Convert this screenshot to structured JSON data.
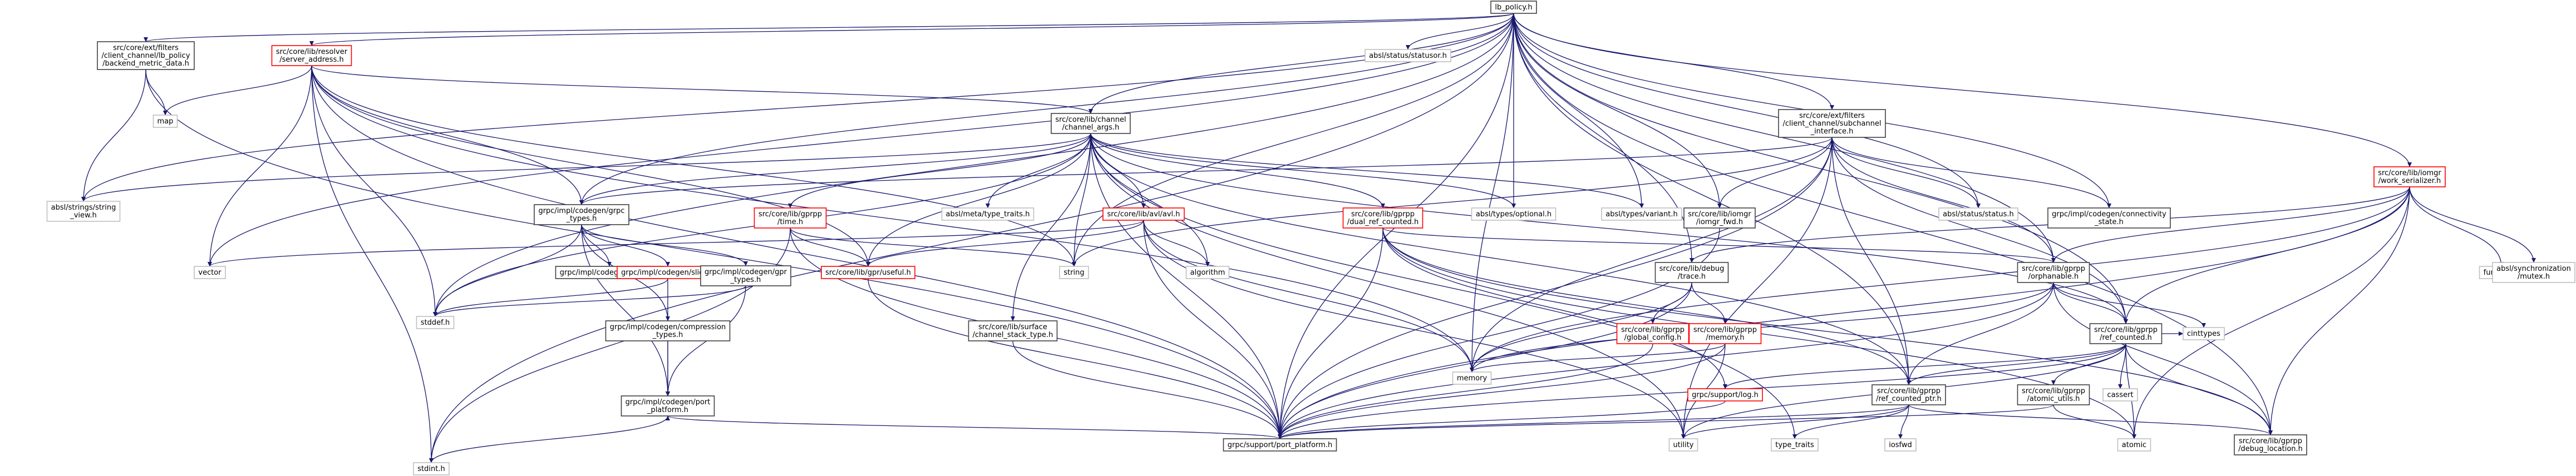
{
  "colors": {
    "edge": "#191970",
    "border_documented": "#404040",
    "border_undocumented": "#bfbfbf",
    "border_truncated": "#ff0000",
    "fill_root": "#bfbfbf",
    "fill_default": "#ffffff"
  },
  "nodes": [
    {
      "id": "lb_policy",
      "label": [
        "lb_policy.h"
      ],
      "kind": "root"
    },
    {
      "id": "backend_metric",
      "label": [
        "src/core/ext/filters",
        "/client_channel/lb_policy",
        "/backend_metric_data.h"
      ],
      "kind": "documented"
    },
    {
      "id": "server_address",
      "label": [
        "src/core/lib/resolver",
        "/server_address.h"
      ],
      "kind": "truncated"
    },
    {
      "id": "statusor",
      "label": [
        "absl/status/statusor.h"
      ],
      "kind": "undocumented"
    },
    {
      "id": "channel_args",
      "label": [
        "src/core/lib/channel",
        "/channel_args.h"
      ],
      "kind": "documented"
    },
    {
      "id": "subchannel_iface",
      "label": [
        "src/core/ext/filters",
        "/client_channel/subchannel",
        "_interface.h"
      ],
      "kind": "documented"
    },
    {
      "id": "work_serializer",
      "label": [
        "src/core/lib/iomgr",
        "/work_serializer.h"
      ],
      "kind": "truncated"
    },
    {
      "id": "map",
      "label": [
        "map"
      ],
      "kind": "undocumented"
    },
    {
      "id": "string_view",
      "label": [
        "absl/strings/string",
        "_view.h"
      ],
      "kind": "undocumented"
    },
    {
      "id": "grpc_types",
      "label": [
        "grpc/impl/codegen/grpc",
        "_types.h"
      ],
      "kind": "documented"
    },
    {
      "id": "meta_type_traits",
      "label": [
        "absl/meta/type_traits.h"
      ],
      "kind": "undocumented"
    },
    {
      "id": "gprpp_time",
      "label": [
        "src/core/lib/gprpp",
        "/time.h"
      ],
      "kind": "truncated"
    },
    {
      "id": "avl",
      "label": [
        "src/core/lib/avl/avl.h"
      ],
      "kind": "truncated"
    },
    {
      "id": "dual_ref",
      "label": [
        "src/core/lib/gprpp",
        "/dual_ref_counted.h"
      ],
      "kind": "truncated"
    },
    {
      "id": "optional",
      "label": [
        "absl/types/optional.h"
      ],
      "kind": "undocumented"
    },
    {
      "id": "variant",
      "label": [
        "absl/types/variant.h"
      ],
      "kind": "undocumented"
    },
    {
      "id": "iomgr_fwd",
      "label": [
        "src/core/lib/iomgr",
        "/iomgr_fwd.h"
      ],
      "kind": "documented"
    },
    {
      "id": "absl_status",
      "label": [
        "absl/status/status.h"
      ],
      "kind": "undocumented"
    },
    {
      "id": "connectivity_state",
      "label": [
        "grpc/impl/codegen/connectivity",
        "_state.h"
      ],
      "kind": "documented"
    },
    {
      "id": "status_h",
      "label": [
        "grpc/impl/codegen/status.h"
      ],
      "kind": "documented"
    },
    {
      "id": "slice_h",
      "label": [
        "grpc/impl/codegen/slice.h"
      ],
      "kind": "truncated"
    },
    {
      "id": "gpr_types",
      "label": [
        "grpc/impl/codegen/gpr",
        "_types.h"
      ],
      "kind": "documented"
    },
    {
      "id": "useful",
      "label": [
        "src/core/lib/gpr/useful.h"
      ],
      "kind": "truncated"
    },
    {
      "id": "string",
      "label": [
        "string"
      ],
      "kind": "undocumented"
    },
    {
      "id": "algorithm",
      "label": [
        "algorithm"
      ],
      "kind": "undocumented"
    },
    {
      "id": "vector",
      "label": [
        "vector"
      ],
      "kind": "undocumented"
    },
    {
      "id": "stddef",
      "label": [
        "stddef.h"
      ],
      "kind": "undocumented"
    },
    {
      "id": "compression_types",
      "label": [
        "grpc/impl/codegen/compression",
        "_types.h"
      ],
      "kind": "documented"
    },
    {
      "id": "surface_stack",
      "label": [
        "src/core/lib/surface",
        "/channel_stack_type.h"
      ],
      "kind": "documented"
    },
    {
      "id": "debug_trace",
      "label": [
        "src/core/lib/debug",
        "/trace.h"
      ],
      "kind": "documented"
    },
    {
      "id": "global_config",
      "label": [
        "src/core/lib/gprpp",
        "/global_config.h"
      ],
      "kind": "truncated"
    },
    {
      "id": "gprpp_memory",
      "label": [
        "src/core/lib/gprpp",
        "/memory.h"
      ],
      "kind": "truncated"
    },
    {
      "id": "orphanable",
      "label": [
        "src/core/lib/gprpp",
        "/orphanable.h"
      ],
      "kind": "documented"
    },
    {
      "id": "ref_counted",
      "label": [
        "src/core/lib/gprpp",
        "/ref_counted.h"
      ],
      "kind": "documented"
    },
    {
      "id": "functional",
      "label": [
        "functional"
      ],
      "kind": "undocumented"
    },
    {
      "id": "absl_mutex",
      "label": [
        "absl/synchronization",
        "/mutex.h"
      ],
      "kind": "undocumented"
    },
    {
      "id": "memory",
      "label": [
        "memory"
      ],
      "kind": "undocumented"
    },
    {
      "id": "support_log",
      "label": [
        "grpc/support/log.h"
      ],
      "kind": "truncated"
    },
    {
      "id": "ref_counted_ptr",
      "label": [
        "src/core/lib/gprpp",
        "/ref_counted_ptr.h"
      ],
      "kind": "documented"
    },
    {
      "id": "atomic_utils",
      "label": [
        "src/core/lib/gprpp",
        "/atomic_utils.h"
      ],
      "kind": "documented"
    },
    {
      "id": "cassert",
      "label": [
        "cassert"
      ],
      "kind": "undocumented"
    },
    {
      "id": "cinttypes",
      "label": [
        "cinttypes"
      ],
      "kind": "undocumented"
    },
    {
      "id": "port_platform",
      "label": [
        "grpc/support/port_platform.h"
      ],
      "kind": "documented"
    },
    {
      "id": "utility",
      "label": [
        "utility"
      ],
      "kind": "undocumented"
    },
    {
      "id": "type_traits",
      "label": [
        "type_traits"
      ],
      "kind": "undocumented"
    },
    {
      "id": "iosfwd",
      "label": [
        "iosfwd"
      ],
      "kind": "undocumented"
    },
    {
      "id": "atomic",
      "label": [
        "atomic"
      ],
      "kind": "undocumented"
    },
    {
      "id": "debug_location",
      "label": [
        "src/core/lib/gprpp",
        "/debug_location.h"
      ],
      "kind": "documented"
    },
    {
      "id": "codegen_port",
      "label": [
        "grpc/impl/codegen/port",
        "_platform.h"
      ],
      "kind": "documented"
    },
    {
      "id": "stdint",
      "label": [
        "stdint.h"
      ],
      "kind": "undocumented"
    }
  ],
  "edges": [
    [
      "lb_policy",
      "backend_metric"
    ],
    [
      "lb_policy",
      "server_address"
    ],
    [
      "lb_policy",
      "statusor"
    ],
    [
      "lb_policy",
      "channel_args"
    ],
    [
      "lb_policy",
      "subchannel_iface"
    ],
    [
      "lb_policy",
      "work_serializer"
    ],
    [
      "lb_policy",
      "string_view"
    ],
    [
      "lb_policy",
      "grpc_types"
    ],
    [
      "lb_policy",
      "optional"
    ],
    [
      "lb_policy",
      "variant"
    ],
    [
      "lb_policy",
      "iomgr_fwd"
    ],
    [
      "lb_policy",
      "absl_status"
    ],
    [
      "lb_policy",
      "connectivity_state"
    ],
    [
      "lb_policy",
      "vector"
    ],
    [
      "lb_policy",
      "stddef"
    ],
    [
      "lb_policy",
      "debug_trace"
    ],
    [
      "lb_policy",
      "orphanable"
    ],
    [
      "lb_policy",
      "ref_counted"
    ],
    [
      "lb_policy",
      "ref_counted_ptr"
    ],
    [
      "lb_policy",
      "port_platform"
    ],
    [
      "lb_policy",
      "debug_location"
    ],
    [
      "lb_policy",
      "stdint"
    ],
    [
      "lb_policy",
      "string"
    ],
    [
      "lb_policy",
      "memory"
    ],
    [
      "backend_metric",
      "map"
    ],
    [
      "backend_metric",
      "string_view"
    ],
    [
      "backend_metric",
      "port_platform"
    ],
    [
      "server_address",
      "map"
    ],
    [
      "server_address",
      "channel_args"
    ],
    [
      "server_address",
      "grpc_types"
    ],
    [
      "server_address",
      "vector"
    ],
    [
      "server_address",
      "stddef"
    ],
    [
      "server_address",
      "memory"
    ],
    [
      "server_address",
      "useful"
    ],
    [
      "server_address",
      "string"
    ],
    [
      "server_address",
      "port_platform"
    ],
    [
      "server_address",
      "stdint"
    ],
    [
      "channel_args",
      "string_view"
    ],
    [
      "channel_args",
      "grpc_types"
    ],
    [
      "channel_args",
      "meta_type_traits"
    ],
    [
      "channel_args",
      "gprpp_time"
    ],
    [
      "channel_args",
      "avl"
    ],
    [
      "channel_args",
      "dual_ref"
    ],
    [
      "channel_args",
      "optional"
    ],
    [
      "channel_args",
      "variant"
    ],
    [
      "channel_args",
      "string"
    ],
    [
      "channel_args",
      "algorithm"
    ],
    [
      "channel_args",
      "useful"
    ],
    [
      "channel_args",
      "surface_stack"
    ],
    [
      "channel_args",
      "ref_counted"
    ],
    [
      "channel_args",
      "ref_counted_ptr"
    ],
    [
      "channel_args",
      "port_platform"
    ],
    [
      "channel_args",
      "stddef"
    ],
    [
      "channel_args",
      "utility"
    ],
    [
      "channel_args",
      "type_traits"
    ],
    [
      "subchannel_iface",
      "iomgr_fwd"
    ],
    [
      "subchannel_iface",
      "absl_status"
    ],
    [
      "subchannel_iface",
      "connectivity_state"
    ],
    [
      "subchannel_iface",
      "string"
    ],
    [
      "subchannel_iface",
      "orphanable"
    ],
    [
      "subchannel_iface",
      "ref_counted"
    ],
    [
      "subchannel_iface",
      "ref_counted_ptr"
    ],
    [
      "subchannel_iface",
      "port_platform"
    ],
    [
      "subchannel_iface",
      "memory"
    ],
    [
      "subchannel_iface",
      "utility"
    ],
    [
      "subchannel_iface",
      "grpc_types"
    ],
    [
      "work_serializer",
      "functional"
    ],
    [
      "work_serializer",
      "absl_mutex"
    ],
    [
      "work_serializer",
      "orphanable"
    ],
    [
      "work_serializer",
      "ref_counted"
    ],
    [
      "work_serializer",
      "debug_location"
    ],
    [
      "work_serializer",
      "atomic"
    ],
    [
      "work_serializer",
      "port_platform"
    ],
    [
      "work_serializer",
      "memory"
    ],
    [
      "work_serializer",
      "debug_trace"
    ],
    [
      "grpc_types",
      "status_h"
    ],
    [
      "grpc_types",
      "slice_h"
    ],
    [
      "grpc_types",
      "gpr_types"
    ],
    [
      "grpc_types",
      "compression_types"
    ],
    [
      "grpc_types",
      "stddef"
    ],
    [
      "grpc_types",
      "codegen_port"
    ],
    [
      "slice_h",
      "stddef"
    ],
    [
      "slice_h",
      "codegen_port"
    ],
    [
      "gpr_types",
      "stddef"
    ],
    [
      "gpr_types",
      "codegen_port"
    ],
    [
      "compression_types",
      "codegen_port"
    ],
    [
      "codegen_port",
      "stdint"
    ],
    [
      "gprpp_time",
      "string"
    ],
    [
      "gprpp_time",
      "useful"
    ],
    [
      "gprpp_time",
      "port_platform"
    ],
    [
      "gprpp_time",
      "stdint"
    ],
    [
      "avl",
      "vector"
    ],
    [
      "avl",
      "algorithm"
    ],
    [
      "avl",
      "useful"
    ],
    [
      "avl",
      "port_platform"
    ],
    [
      "avl",
      "memory"
    ],
    [
      "avl",
      "utility"
    ],
    [
      "dual_ref",
      "orphanable"
    ],
    [
      "dual_ref",
      "ref_counted_ptr"
    ],
    [
      "dual_ref",
      "debug_location"
    ],
    [
      "dual_ref",
      "port_platform"
    ],
    [
      "dual_ref",
      "atomic"
    ],
    [
      "dual_ref",
      "support_log"
    ],
    [
      "useful",
      "port_platform"
    ],
    [
      "surface_stack",
      "port_platform"
    ],
    [
      "iomgr_fwd",
      "port_platform"
    ],
    [
      "debug_trace",
      "global_config"
    ],
    [
      "debug_trace",
      "gprpp_memory"
    ],
    [
      "debug_trace",
      "port_platform"
    ],
    [
      "debug_trace",
      "memory"
    ],
    [
      "global_config",
      "port_platform"
    ],
    [
      "gprpp_memory",
      "port_platform"
    ],
    [
      "gprpp_memory",
      "memory"
    ],
    [
      "gprpp_memory",
      "utility"
    ],
    [
      "orphanable",
      "ref_counted"
    ],
    [
      "orphanable",
      "ref_counted_ptr"
    ],
    [
      "orphanable",
      "debug_location"
    ],
    [
      "orphanable",
      "port_platform"
    ],
    [
      "orphanable",
      "memory"
    ],
    [
      "orphanable",
      "cinttypes"
    ],
    [
      "ref_counted",
      "support_log"
    ],
    [
      "ref_counted",
      "ref_counted_ptr"
    ],
    [
      "ref_counted",
      "atomic_utils"
    ],
    [
      "ref_counted",
      "cassert"
    ],
    [
      "ref_counted",
      "cinttypes"
    ],
    [
      "ref_counted",
      "debug_location"
    ],
    [
      "ref_counted",
      "port_platform"
    ],
    [
      "ref_counted",
      "atomic"
    ],
    [
      "ref_counted",
      "utility"
    ],
    [
      "support_log",
      "port_platform"
    ],
    [
      "ref_counted_ptr",
      "port_platform"
    ],
    [
      "ref_counted_ptr",
      "utility"
    ],
    [
      "ref_counted_ptr",
      "type_traits"
    ],
    [
      "ref_counted_ptr",
      "iosfwd"
    ],
    [
      "ref_counted_ptr",
      "debug_location"
    ],
    [
      "atomic_utils",
      "port_platform"
    ],
    [
      "atomic_utils",
      "atomic"
    ],
    [
      "port_platform",
      "codegen_port"
    ]
  ]
}
